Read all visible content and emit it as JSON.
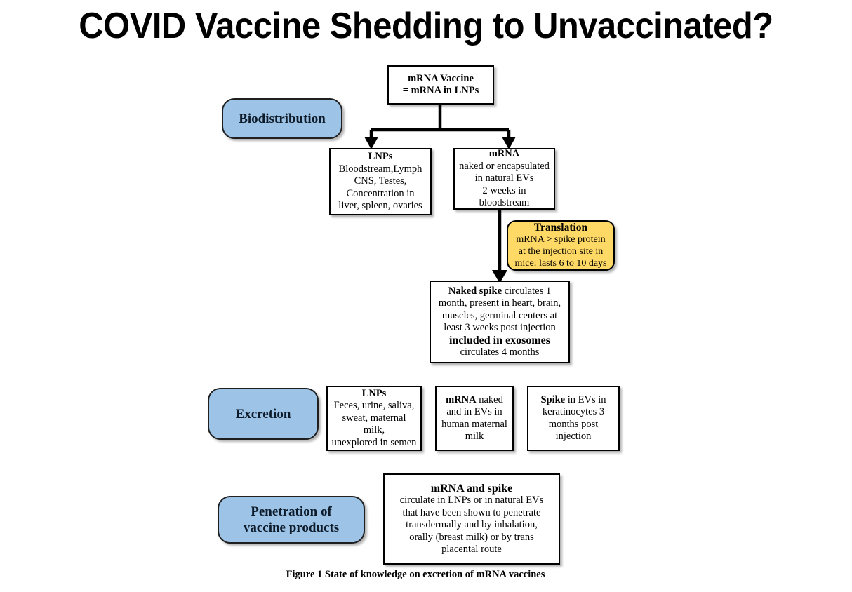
{
  "title": "COVID Vaccine Shedding to Unvaccinated?",
  "caption": "Figure 1 State of knowledge on excretion of mRNA vaccines",
  "colors": {
    "pill_blue": "#9DC3E6",
    "pill_yellow": "#FFD966",
    "border": "#000000",
    "background": "#FFFFFF"
  },
  "stages": {
    "biodistribution": "Biodistribution",
    "excretion": "Excretion",
    "penetration_line1": "Penetration of",
    "penetration_line2": "vaccine products"
  },
  "nodes": {
    "vaccine": {
      "line1": "mRNA Vaccine",
      "line2": "= mRNA in LNPs"
    },
    "lnps_biodist": {
      "header": "LNPs",
      "line1": "Bloodstream,Lymph",
      "line2": "CNS, Testes,",
      "line3": "Concentration in",
      "line4": "liver, spleen, ovaries"
    },
    "mrna_biodist": {
      "header": "mRNA",
      "line1": "naked or encapsulated",
      "line2": "in natural EVs",
      "line3": "2 weeks in bloodstream"
    },
    "translation": {
      "header": "Translation",
      "line1": "mRNA > spike protein",
      "line2": "at the injection site in",
      "line3": "mice: lasts 6 to 10 days"
    },
    "naked_spike": {
      "line1_bold": "Naked spike",
      "line1_rest": " circulates 1",
      "line2": "month, present in heart, brain,",
      "line3": "muscles, germinal centers at",
      "line4": "least 3 weeks post injection",
      "line5_bold": "included in exosomes",
      "line6": "circulates 4 months"
    },
    "excretion_lnps": {
      "header": "LNPs",
      "line1": "Feces, urine, saliva,",
      "line2": "sweat, maternal milk,",
      "line3": "unexplored in semen"
    },
    "excretion_mrna": {
      "line1_bold": "mRNA",
      "line1_rest": " naked",
      "line2": "and in EVs in",
      "line3": "human maternal",
      "line4": "milk"
    },
    "excretion_spike": {
      "line1_bold": "Spike",
      "line1_rest": " in EVs in",
      "line2": "keratinocytes 3",
      "line3": "months post",
      "line4": "injection"
    },
    "penetration_box": {
      "header": "mRNA and spike",
      "line1": "circulate in LNPs or in natural EVs",
      "line2": "that have been shown to penetrate",
      "line3": "transdermally and by inhalation,",
      "line4": "orally (breast milk) or by trans",
      "line5": "placental route"
    }
  }
}
